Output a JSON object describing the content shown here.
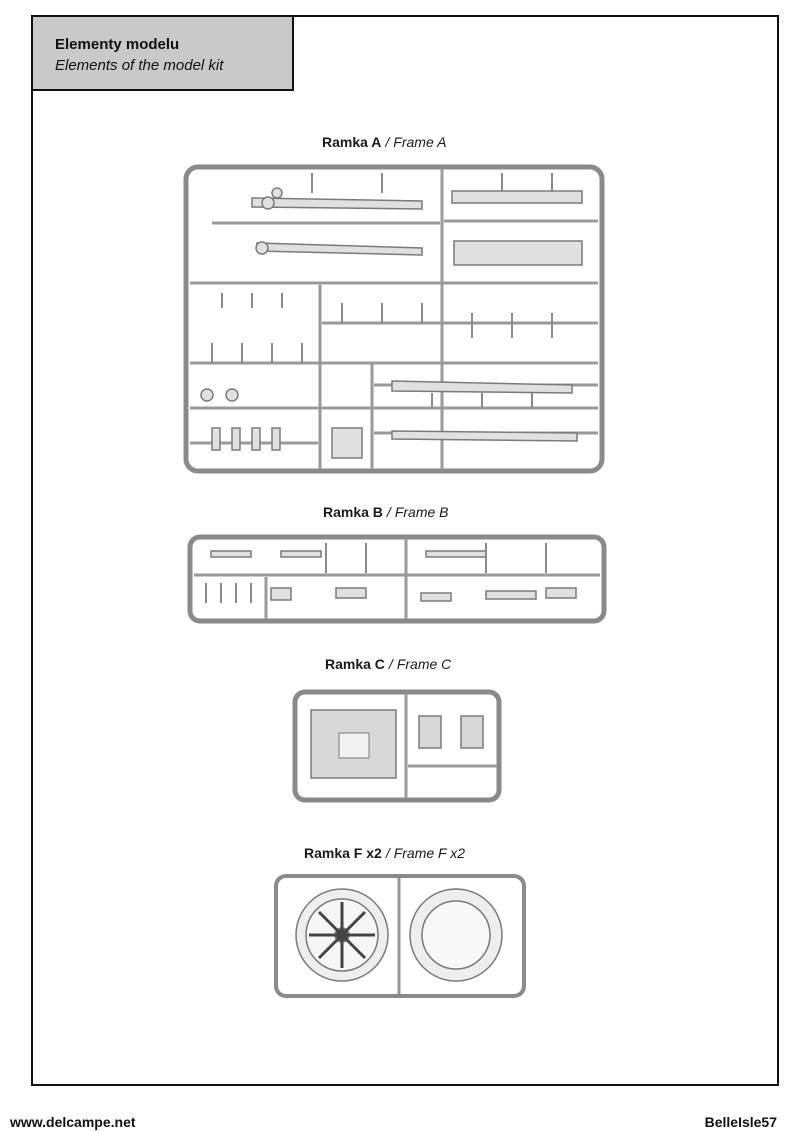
{
  "header": {
    "title": "Elementy modelu",
    "subtitle": "Elements of the model kit"
  },
  "frames": [
    {
      "label_pl": "Ramka A",
      "separator": "/",
      "label_en": "Frame A"
    },
    {
      "label_pl": "Ramka B",
      "separator": "/",
      "label_en": "Frame B"
    },
    {
      "label_pl": "Ramka C",
      "separator": "/",
      "label_en": "Frame C"
    },
    {
      "label_pl": "Ramka F x2",
      "separator": "/",
      "label_en": "Frame F x2"
    }
  ],
  "footer": {
    "left": "www.delcampe.net",
    "right": "BelleIsle57"
  },
  "colors": {
    "sprue_fill": "#e2e2e2",
    "sprue_stroke": "#8a8a8a",
    "header_bg": "#c9c9c9"
  }
}
